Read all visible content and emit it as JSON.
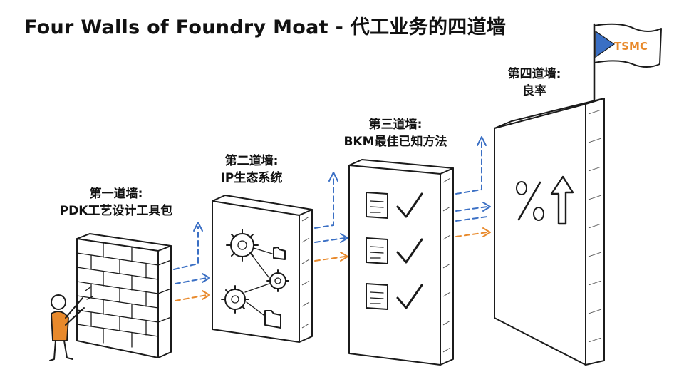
{
  "title": "Four Walls of Foundry Moat - 代工业务的四道墙",
  "walls": [
    {
      "line1": "第一道墙:",
      "line2": "PDK工艺设计工具包"
    },
    {
      "line1": "第二道墙:",
      "line2": "IP生态系统"
    },
    {
      "line1": "第三道墙:",
      "line2": "BKM最佳已知方法"
    },
    {
      "line1": "第四道墙:",
      "line2": "良率"
    }
  ],
  "flag": {
    "text": "TSMC"
  },
  "colors": {
    "blue_arrow": "#3a6fc4",
    "orange_arrow": "#e8892b",
    "ink": "#1b1b1b"
  },
  "icons": [
    "stick-figure",
    "gear-icon",
    "folder-icon",
    "scroll-icon",
    "check-icon",
    "percent-icon",
    "up-arrow-icon",
    "flag-icon"
  ]
}
